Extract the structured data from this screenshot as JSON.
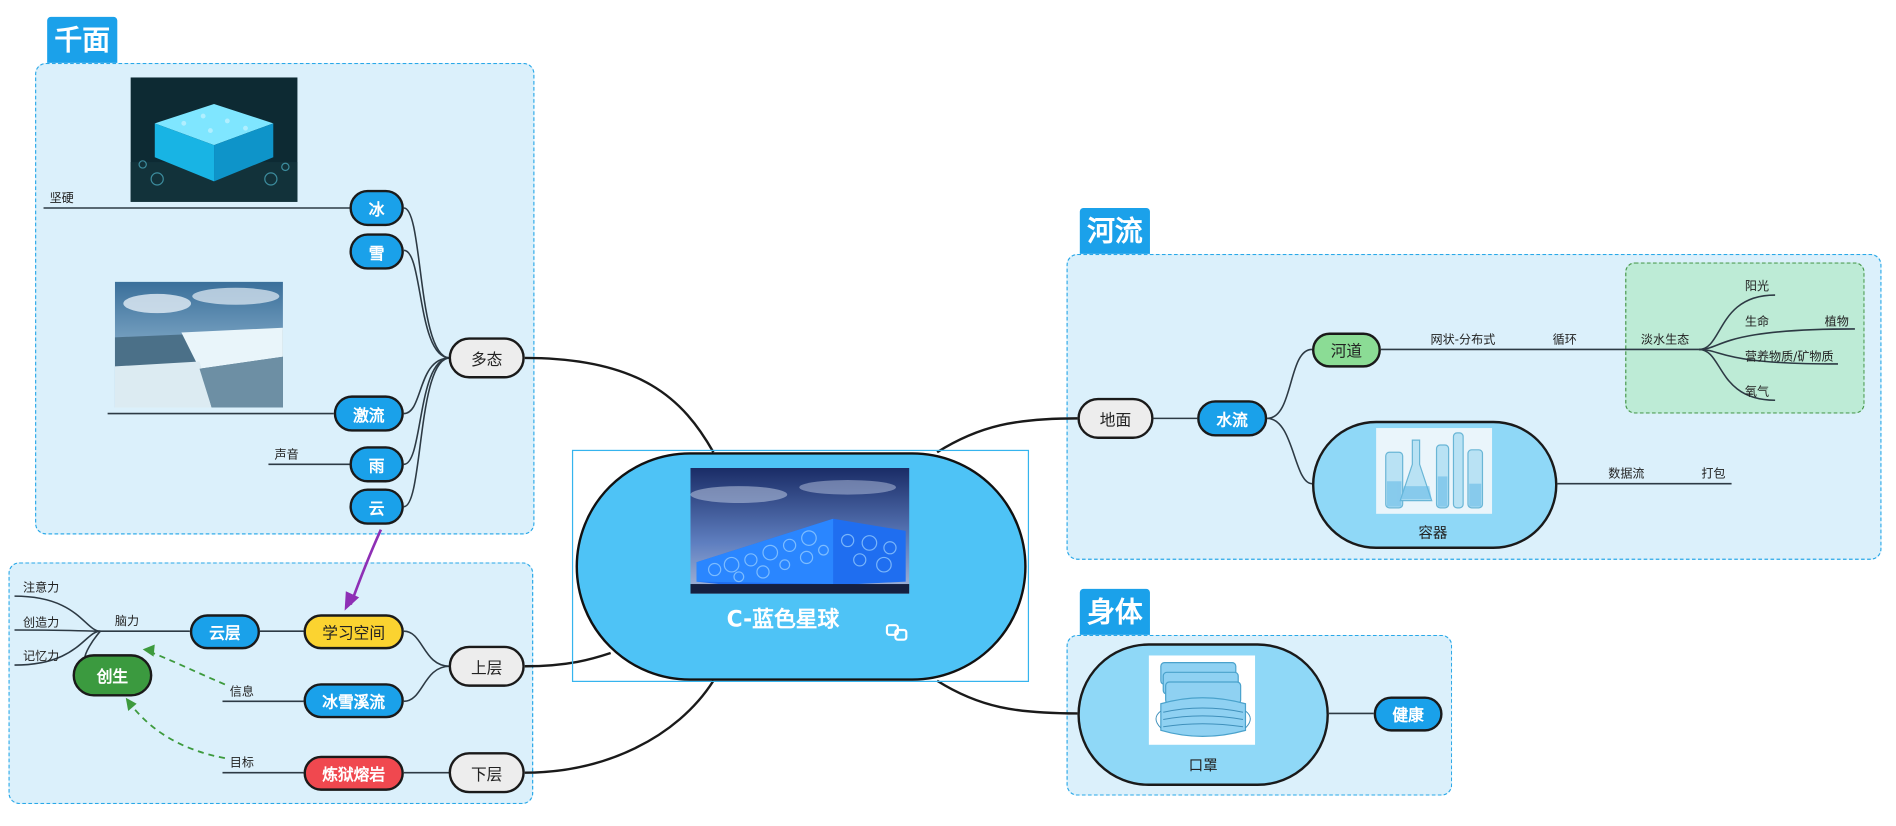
{
  "center": {
    "title": "C-蓝色星球",
    "link_icon": "link-icon"
  },
  "regions": {
    "qianmian": "千面",
    "heliu": "河流",
    "shenti": "身体"
  },
  "left_top": {
    "duotai": "多态",
    "bing": "冰",
    "xue": "雪",
    "jiliu": "激流",
    "yu": "雨",
    "yun": "云",
    "bing_note": "坚硬",
    "yu_note": "声音"
  },
  "left_bottom": {
    "shangceng": "上层",
    "xiaceng": "下层",
    "xuexi": "学习空间",
    "bingxue": "冰雪溪流",
    "lianyu": "炼狱熔岩",
    "yunceng": "云层",
    "chuangsheng": "创生",
    "naoli": "脑力",
    "zhuyili": "注意力",
    "chuangzaoli": "创造力",
    "jiyili": "记忆力",
    "xinxi": "信息",
    "mubiao": "目标"
  },
  "right_river": {
    "dimian": "地面",
    "shuiliu": "水流",
    "hedao": "河道",
    "rongqi": "容器",
    "wangzhuang": "网状-分布式",
    "xunhuan": "循环",
    "danshui": "淡水生态",
    "yangguang": "阳光",
    "shengming": "生命",
    "zhiwu": "植物",
    "yingyang": "营养物质/矿物质",
    "yangqi": "氧气",
    "shujuliu": "数据流",
    "dabao": "打包"
  },
  "right_body": {
    "kouzhao": "口罩",
    "jiankang": "健康"
  },
  "colors": {
    "accent_blue": "#1aa1ea",
    "center_fill": "#4ec3f6",
    "region_fill": "#dbf0fb",
    "green_region": "#bdebd6",
    "arrow_purple": "#8e2fb5",
    "arrow_green": "#3d9a3d"
  }
}
